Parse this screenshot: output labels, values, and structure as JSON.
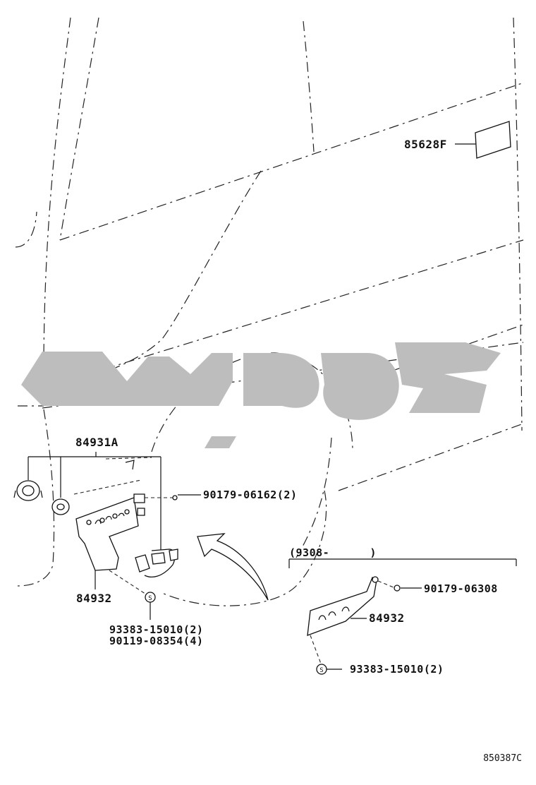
{
  "callouts": {
    "p85628f": "85628F",
    "p84931a": "84931A",
    "p90179_06162": "90179-06162(2)",
    "p84932_left": "84932",
    "p93383_left": "93383-15010(2)",
    "p90119": "90119-08354(4)",
    "date_range": "(9308-      )",
    "p90179_06308": "90179-06308",
    "p84932_right": "84932",
    "p93383_right": "93383-15010(2)",
    "s_symbol": "S"
  },
  "reference_code": "850387C",
  "watermark": {
    "color": "#bdbdbd"
  }
}
